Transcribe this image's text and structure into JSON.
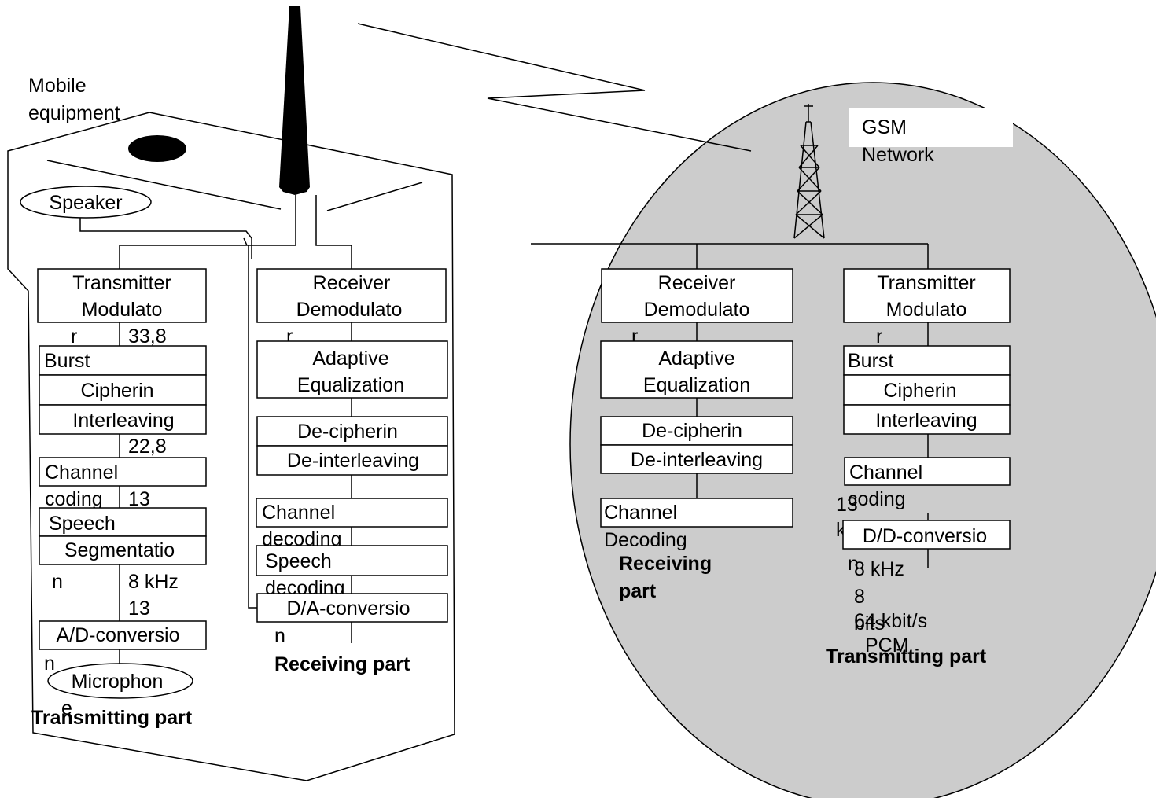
{
  "mobile": {
    "title_line1": "Mobile",
    "title_line2": "equipment",
    "speaker": "Speaker",
    "microphone_line1": "Microphon",
    "microphone_line2": "e",
    "transmitting_part": "Transmitting part",
    "receiving_part": "Receiving part",
    "tx": {
      "transmitter_line1": "Transmitter",
      "transmitter_line2": "Modulato",
      "transmitter_line3": "r",
      "burst": "Burst",
      "ciphering": "Cipherin",
      "interleaving": "Interleaving",
      "channel_coding_line1": "Channel",
      "channel_coding_line2": "coding",
      "speech_line1": "Speech",
      "speech_line2": "Segmentatio",
      "speech_line3": "n",
      "ad_line1": "A/D-conversio",
      "ad_line2": "n",
      "rate_33_8": "33,8",
      "rate_22_8": "22,8",
      "rate_13_a": "13",
      "rate_8khz": "8 kHz",
      "rate_13_b": "13"
    },
    "rx": {
      "receiver_line1": "Receiver",
      "receiver_line2": "Demodulato",
      "receiver_line3": "r",
      "adaptive_line1": "Adaptive",
      "adaptive_line2": "Equalization",
      "deciphering": "De-cipherin",
      "deinterleaving": "De-interleaving",
      "channel_decoding_line1": "Channel",
      "channel_decoding_line2": "decoding",
      "speech_decoding_line1": "Speech",
      "speech_decoding_line2": "decoding",
      "da_line1": "D/A-conversio",
      "da_line2": "n"
    }
  },
  "network": {
    "title_line1": "GSM",
    "title_line2": "Network",
    "fill_color": "#cccccc",
    "rx": {
      "receiver_line1": "Receiver",
      "receiver_line2": "Demodulato",
      "receiver_line3": "r",
      "adaptive_line1": "Adaptive",
      "adaptive_line2": "Equalization",
      "deciphering": "De-cipherin",
      "deinterleaving": "De-interleaving",
      "channel_decoding_line1": "Channel",
      "channel_decoding_line2": "Decoding",
      "receiving_line1": "Receiving",
      "receiving_line2": "part"
    },
    "tx": {
      "transmitter_line1": "Transmitter",
      "transmitter_line2": "Modulato",
      "transmitter_line3": "r",
      "burst": "Burst",
      "ciphering": "Cipherin",
      "interleaving": "Interleaving",
      "channel_coding_line1": "Channel",
      "channel_coding_line2": "coding",
      "dd_line1": "D/D-conversio",
      "dd_line2": "n",
      "rate_13": "13",
      "rate_k": "k",
      "rate_8khz": "8 kHz",
      "rate_8": "8",
      "rate_bits": "bits",
      "rate_64kbit": "64 kbit/s",
      "rate_pcm": "PCM",
      "transmitting_part": "Transmitting part"
    }
  }
}
